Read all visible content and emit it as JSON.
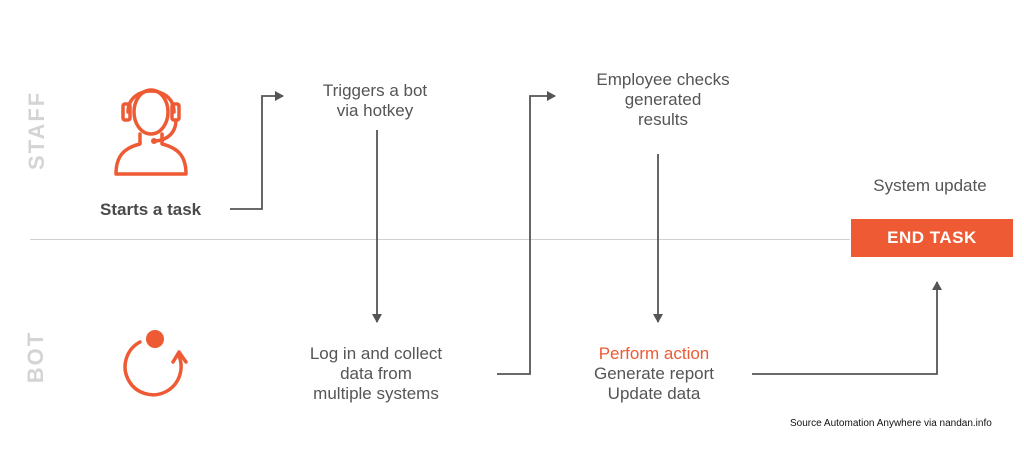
{
  "lanes": {
    "staff": "STAFF",
    "bot": "BOT"
  },
  "steps": {
    "starts_task": "Starts a task",
    "triggers": [
      "Triggers a bot",
      "via hotkey"
    ],
    "employee": [
      "Employee checks",
      "generated",
      "results"
    ],
    "system_update": "System update",
    "end_task": "END TASK",
    "login": [
      "Log in and collect",
      "data from",
      "multiple systems"
    ],
    "perform_action": "Perform action",
    "generate_report": "Generate report",
    "update_data": "Update data"
  },
  "icons": {
    "staff": "headset-person-icon",
    "bot": "circular-refresh-icon"
  },
  "colors": {
    "accent": "#ee5a33",
    "text": "#555555",
    "lane": "#d4d4d4",
    "line": "#555555"
  },
  "footer": {
    "source": "Source Automation Anywhere via nandan.info"
  }
}
